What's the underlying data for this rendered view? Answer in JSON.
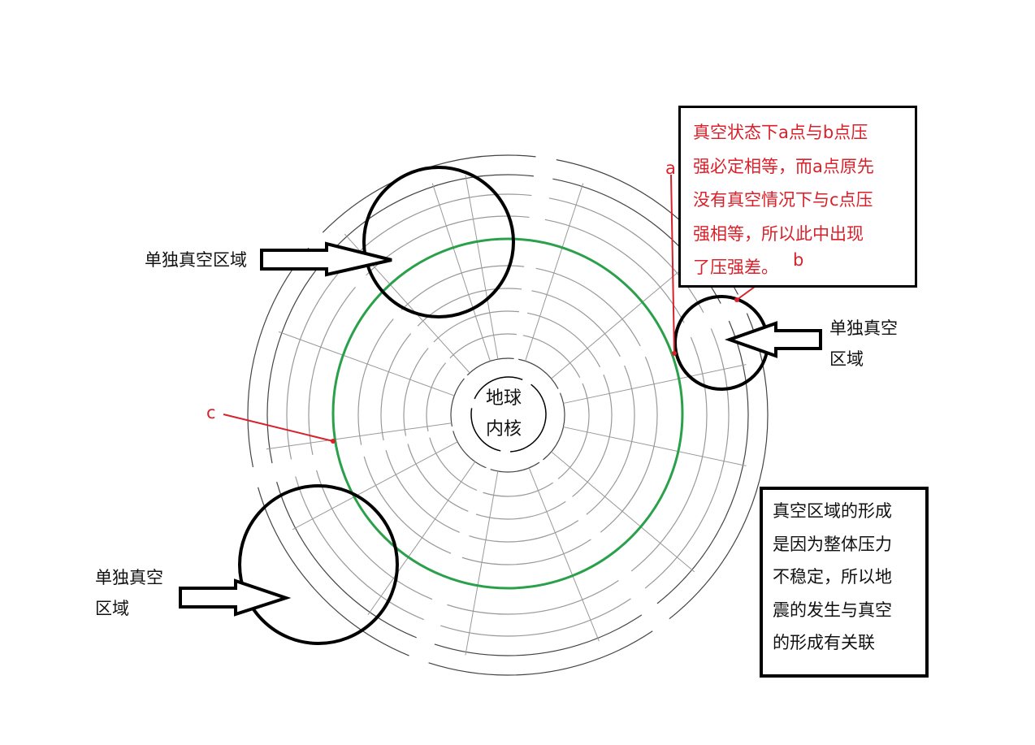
{
  "core_label": [
    "地球",
    "内核"
  ],
  "vacuum_labels": {
    "top_left": [
      "单独真空区域"
    ],
    "right": [
      "单独真空",
      "区域"
    ],
    "bottom_left": [
      "单独真空",
      "区域"
    ]
  },
  "point_labels": {
    "a": "a",
    "b": "b",
    "c": "c"
  },
  "red_note": [
    "真空状态下a点与b点压",
    "强必定相等，而a点原先",
    "没有真空情况下与c点压",
    "强相等，所以此中出现",
    "了压强差。"
  ],
  "black_note": [
    "真空区域的形成",
    "是因为整体压力",
    "不稳定，所以地",
    "震的发生与真空",
    "的形成有关联"
  ],
  "colors": {
    "green_ring": "#2aa04a",
    "annotation_red": "#d8212b",
    "outline": "#000000"
  }
}
